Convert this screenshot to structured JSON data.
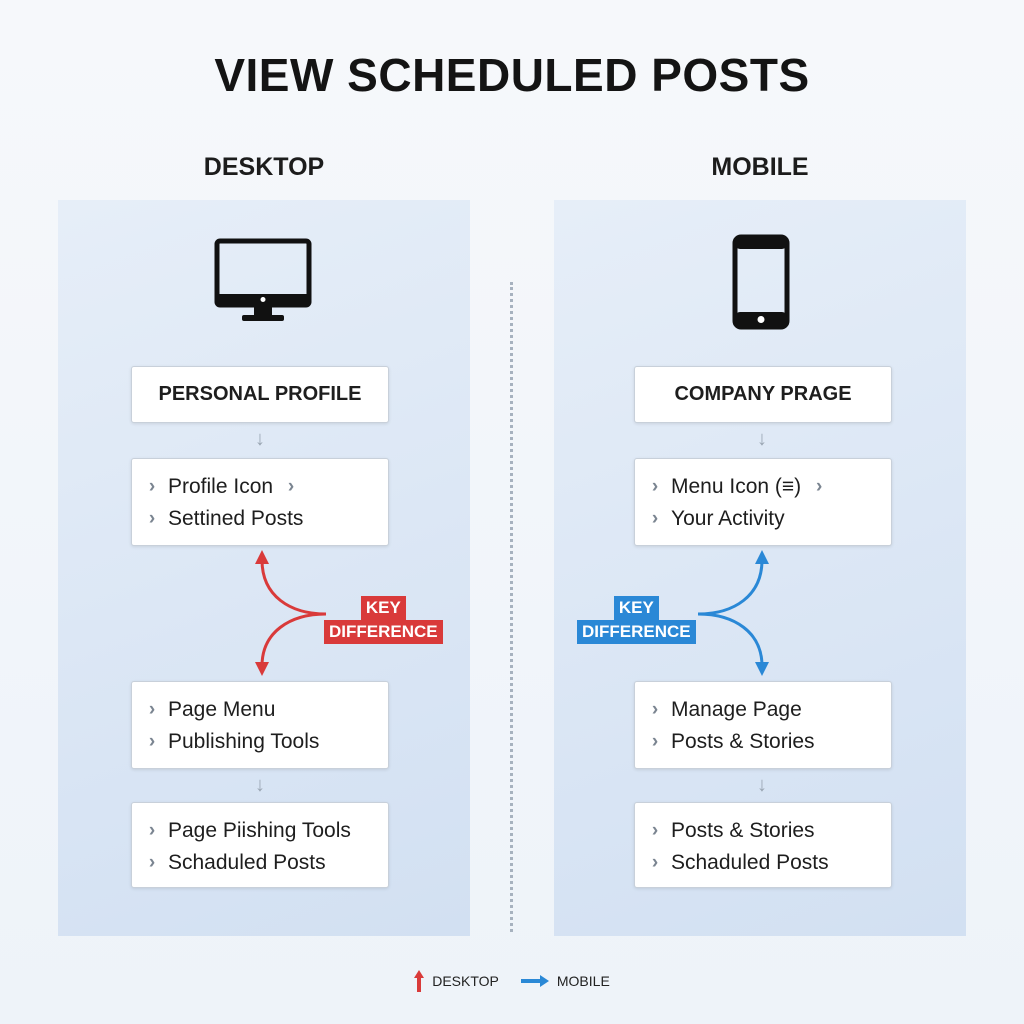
{
  "title": "VIEW SCHEDULED POSTS",
  "colors": {
    "desktop_accent": "#d93a3a",
    "mobile_accent": "#2a88d6"
  },
  "desktop": {
    "heading": "DESKTOP",
    "icon": "desktop-monitor-icon",
    "start_box": "PERSONAL PROFILE",
    "step1": [
      "Profile Icon",
      "Settined Posts"
    ],
    "key_badge": [
      "KEY",
      "DIFFERENCE"
    ],
    "step2": [
      "Page Menu",
      "Publishing Tools"
    ],
    "step3": [
      "Page Piishing Tools",
      "Schaduled Posts"
    ]
  },
  "mobile": {
    "heading": "MOBILE",
    "icon": "smartphone-icon",
    "start_box": "COMPANY PRAGE",
    "step1": [
      "Menu Icon (≡)",
      "Your Activity"
    ],
    "key_badge": [
      "KEY",
      "DIFFERENCE"
    ],
    "step2": [
      "Manage Page",
      "Posts & Stories"
    ],
    "step3": [
      "Posts & Stories",
      "Schaduled Posts"
    ]
  },
  "legend": {
    "desktop_label": "DESKTOP",
    "mobile_label": "MOBILE"
  }
}
